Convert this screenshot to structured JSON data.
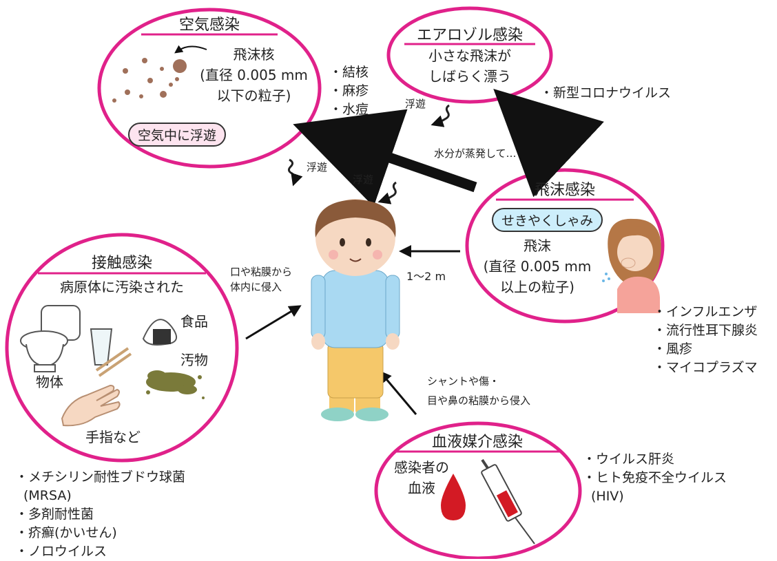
{
  "airborne": {
    "title": "空気感染",
    "particle_label": [
      "飛沫核",
      "(直径 0.005 mm",
      "以下の粒子)"
    ],
    "bubble": "空気中に浮遊",
    "diseases": [
      "・結核",
      "・麻疹",
      "・水痘"
    ]
  },
  "aerosol": {
    "title": "エアロゾル感染",
    "text": [
      "小さな飛沫が",
      "しばらく漂う"
    ],
    "diseases": [
      "・新型コロナウイルス"
    ]
  },
  "droplet": {
    "title": "飛沫感染",
    "bubble": "せきやくしゃみ",
    "particle_label": [
      "飛沫",
      "(直径 0.005 mm",
      "以上の粒子)"
    ],
    "diseases": [
      "・インフルエンザ",
      "・流行性耳下腺炎",
      "・風疹",
      "・マイコプラズマ"
    ]
  },
  "contact": {
    "title": "接触感染",
    "subtitle": "病原体に汚染された",
    "labels": {
      "food": "食品",
      "filth": "汚物",
      "object": "物体",
      "fingers": "手指など"
    },
    "diseases": [
      "・メチシリン耐性ブドウ球菌",
      "(MRSA)",
      "・多剤耐性菌",
      "・疥癬(かいせん)",
      "・ノロウイルス"
    ]
  },
  "blood": {
    "title": "血液媒介感染",
    "label": [
      "感染者の",
      "血液"
    ],
    "diseases": [
      "・ウイルス肝炎",
      "・ヒト免疫不全ウイルス",
      "(HIV)"
    ]
  },
  "annotations": {
    "float_1": "浮遊",
    "float_2": "浮遊",
    "float_3": "浮遊",
    "evaporate": "水分が蒸発して…",
    "distance": "1〜2 m",
    "mucosa": [
      "口や粘膜から",
      "体内に侵入"
    ],
    "blood_entry": [
      "シャントや傷・",
      "目や鼻の粘膜から侵入"
    ]
  },
  "colors": {
    "ring": "#e0218a",
    "bubble_pink": "#fde4ef",
    "bubble_blue": "#cdeefb",
    "arrow": "#111111"
  }
}
